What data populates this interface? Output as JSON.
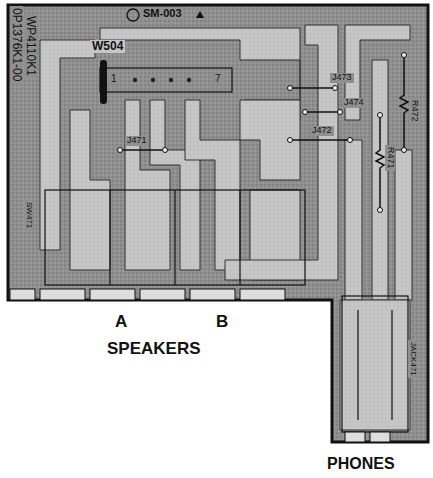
{
  "diagram": {
    "labels": [
      "0P1376K1-00",
      "WP4110K1",
      "SM-003",
      "W504",
      "1",
      "7",
      "J473",
      "J474",
      "J472",
      "R472",
      "R471",
      "J471",
      "SW471",
      "JACK471",
      "A",
      "B",
      "SPEAKERS",
      "PHONES"
    ]
  }
}
